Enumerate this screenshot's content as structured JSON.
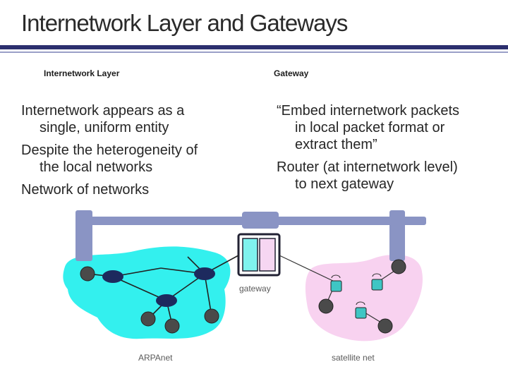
{
  "slide": {
    "title": "Internetwork Layer and Gateways",
    "left_heading": "Internetwork Layer",
    "right_heading": "Gateway",
    "left_bullets": [
      {
        "line1": "Internetwork appears as a",
        "line2": "single, uniform entity"
      },
      {
        "line1": "Despite the heterogeneity of",
        "line2": "the local networks"
      },
      {
        "line1": "Network of networks",
        "line2": ""
      }
    ],
    "right_bullets": [
      {
        "line1": "“Embed internetwork packets",
        "line2": "in local packet format or",
        "line3": "extract them”"
      },
      {
        "line1": "Router (at internetwork level)",
        "line2": "to next gateway",
        "line3": ""
      }
    ]
  },
  "diagram": {
    "gateway_label": "gateway",
    "left_net_label": "ARPAnet",
    "right_net_label": "satellite net",
    "colors": {
      "backbone": "#8a94c4",
      "left_net": "#33f0ee",
      "right_net": "#f8d2f0",
      "router": "#1d2a5e",
      "host": "#4a4a4a",
      "satellite_node": "#3ec6c4",
      "gateway_left": "#7ff3ee",
      "gateway_right": "#f6d6f2"
    }
  }
}
